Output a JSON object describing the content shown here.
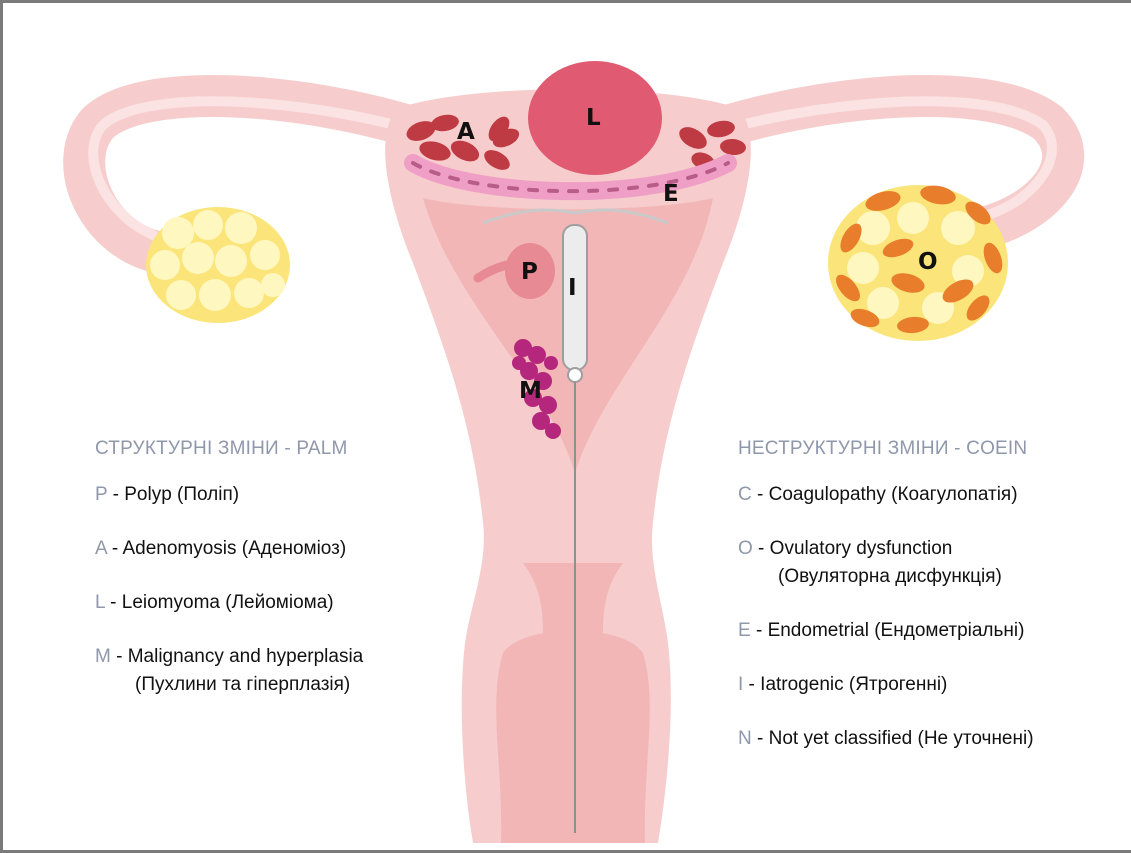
{
  "diagram": {
    "labels": {
      "A": "A",
      "L": "L",
      "E": "E",
      "P": "P",
      "I": "I",
      "M": "M",
      "O": "O"
    },
    "colors": {
      "tissue": "#f7cccc",
      "tissue_light": "#fbe3e3",
      "cavity": "#f2b6b7",
      "leiomyoma": "#e05a72",
      "adenomyosis": "#bf3b44",
      "endometrium": "#ef9fc5",
      "polyp": "#e88a93",
      "malignancy": "#b5277c",
      "ovary_yellow": "#fbe57a",
      "follicle_orange": "#e87d2c",
      "iud": "#e3e3e3"
    }
  },
  "legend_left": {
    "heading": "СТРУКТУРНІ ЗМІНИ - PALM",
    "items": [
      {
        "letter": "P",
        "text": " - Polyp (Поліп)",
        "sub": ""
      },
      {
        "letter": "A",
        "text": " - Adenomyosis (Аденоміоз)",
        "sub": ""
      },
      {
        "letter": "L",
        "text": " - Leiomyoma (Лейоміома)",
        "sub": ""
      },
      {
        "letter": "M",
        "text": " - Malignancy and hyperplasia",
        "sub": "(Пухлини та гіперплазія)"
      }
    ]
  },
  "legend_right": {
    "heading": "НЕСТРУКТУРНІ ЗМІНИ - COEIN",
    "items": [
      {
        "letter": "C",
        "text": " - Coagulopathy (Коагулопатія)",
        "sub": ""
      },
      {
        "letter": "O",
        "text": " - Ovulatory dysfunction",
        "sub": "(Овуляторна дисфункція)"
      },
      {
        "letter": "E",
        "text": " - Endometrial (Ендометріальні)",
        "sub": ""
      },
      {
        "letter": "I",
        "text": " - Iatrogenic (Ятрогенні)",
        "sub": ""
      },
      {
        "letter": "N",
        "text": " - Not yet classified (Не уточнені)",
        "sub": ""
      }
    ]
  }
}
